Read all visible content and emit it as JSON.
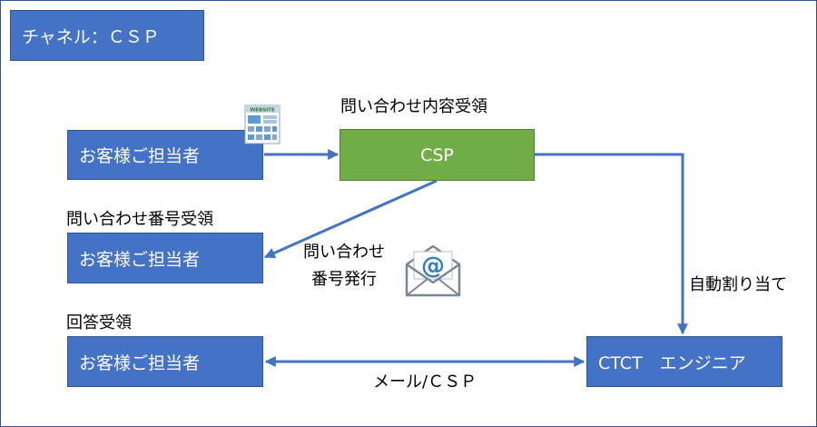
{
  "channel": {
    "label": "チャネル：ＣＳＰ"
  },
  "nodes": {
    "customer_top": "お客様ご担当者",
    "csp": "CSP",
    "customer_mid": "お客様ご担当者",
    "customer_bottom": "お客様ご担当者",
    "engineer": "CTCT　エンジニア"
  },
  "labels": {
    "inquiry_received": "問い合わせ内容受領",
    "number_received": "問い合わせ番号受領",
    "number_issued_line1": "問い合わせ",
    "number_issued_line2": "番号発行",
    "auto_assign": "自動割り当て",
    "answer_received": "回答受領",
    "mail_csp": "メール/ＣＳＰ"
  },
  "icons": {
    "website": "WEBSITE"
  },
  "colors": {
    "node_blue": "#4472c4",
    "node_green": "#70ad47",
    "arrow": "#4472c4"
  }
}
